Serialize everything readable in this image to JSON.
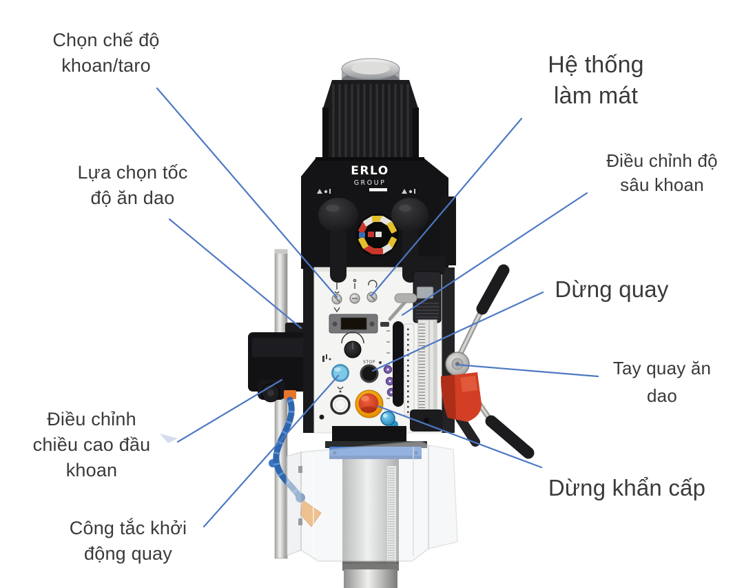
{
  "brand": {
    "name": "ERLO",
    "sub": "GROUP"
  },
  "machine_text": {
    "stop_button": "STOP"
  },
  "labels": {
    "mode": "Chọn chế độ\nkhoan/taro",
    "feed_speed": "Lựa chọn tốc\nđộ ăn dao",
    "coolant": "Hệ thống\nlàm mát",
    "depth": "Điều chỉnh độ\nsâu khoan",
    "stop_spin": "Dừng quay",
    "handwheel": "Tay quay ăn\ndao",
    "estop": "Dừng khẩn cấp",
    "height": "Điều chỉnh\nchiều cao đầu\nkhoan",
    "start": "Công tắc khởi\nđộng quay"
  },
  "colors": {
    "leader_line": "#4d78c4",
    "label_text": "#3a3a3a",
    "estop_red": "#d84226",
    "estop_ring_yellow": "#f2b705",
    "start_button_cyan": "#7ec9e8",
    "machine_black": "#1a1a1c",
    "coolant_hose_blue": "#2e6bb0",
    "nozzle_orange": "#ef9a3c",
    "guard_clamp_blue": "#4a7fd0",
    "handle_hub_red": "#d23f24"
  }
}
